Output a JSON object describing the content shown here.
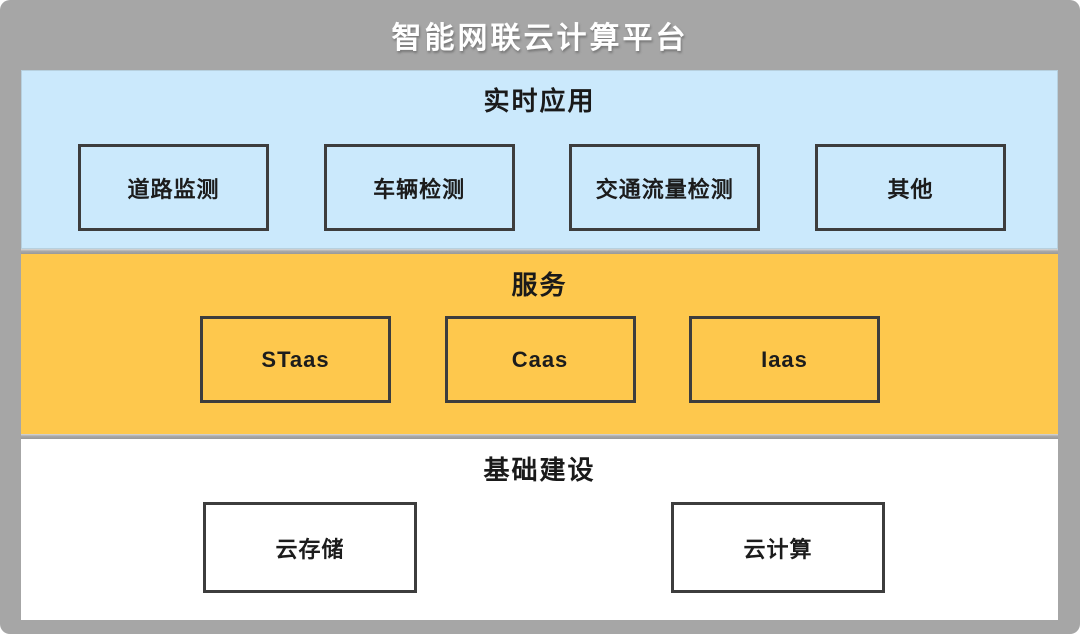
{
  "title": "智能网联云计算平台",
  "layers": {
    "realtime": {
      "label": "实时应用",
      "boxes": [
        "道路监测",
        "车辆检测",
        "交通流量检测",
        "其他"
      ]
    },
    "services": {
      "label": "服务",
      "boxes": [
        "STaas",
        "Caas",
        "Iaas"
      ]
    },
    "infrastructure": {
      "label": "基础建设",
      "boxes": [
        "云存储",
        "云计算"
      ]
    }
  },
  "colors": {
    "frame_gray": "#a6a6a6",
    "realtime_layer_blue": "#cbe9fc",
    "services_layer_orange": "#fec84d",
    "infrastructure_layer_white": "#ffffff",
    "box_border": "#3d3d3d",
    "title_text": "#ffffff",
    "label_text": "#1a1a1a"
  }
}
